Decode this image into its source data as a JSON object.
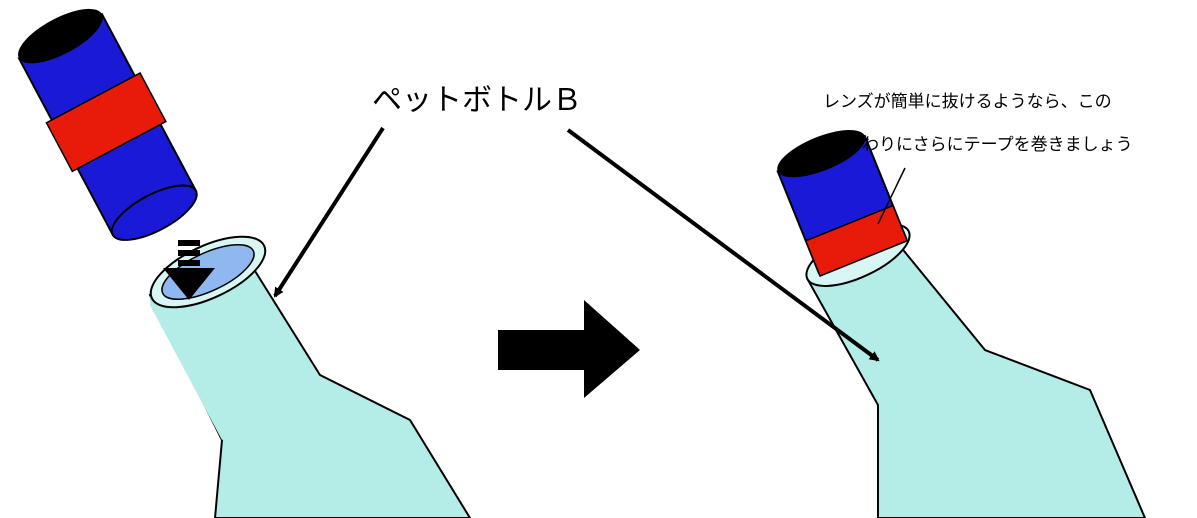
{
  "labels": {
    "bottle_name": "ペットボトルＢ",
    "note_line1": "レンズが簡単に抜けるようなら、この",
    "note_line2": "まわりにさらにテープを巻きましょう"
  },
  "colors": {
    "lens_tube_blue": "#1a1ad6",
    "tape_red": "#e81a0a",
    "bottle_fill": "#b4ece8",
    "bottle_opening": "#8fb8f0",
    "outline": "#000000"
  }
}
